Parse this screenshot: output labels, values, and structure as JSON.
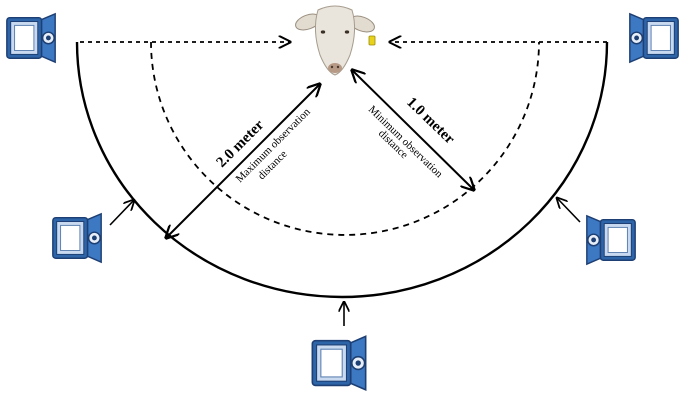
{
  "labels": {
    "max_distance": "2.0 meter",
    "max_caption_line1": "Maximum observation",
    "max_caption_line2": "distance",
    "min_distance": "1.0 meter",
    "min_caption_line1": "Minimum observation",
    "min_caption_line2": "distance"
  },
  "icons": {
    "subject": "sheep-head-icon",
    "ear_tag": "ear-tag-icon",
    "camera": "camera-icon"
  },
  "colors": {
    "camera_blue": "#2e64a8",
    "camera_light": "#c9daf0",
    "camera_dark": "#1d3f73",
    "tag_yellow": "#e8d21a",
    "wool": "#e9e4dc"
  }
}
